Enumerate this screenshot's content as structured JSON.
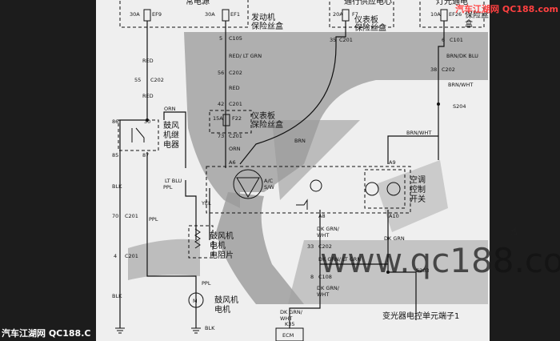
{
  "watermarks": {
    "top_right": "汽车江湖网 QC188.com",
    "bottom_left": "汽车江湖网 QC188.C"
  },
  "fuse_boxes": {
    "always_on_partial": "常电源",
    "engine": "发动机\n保险丝盒",
    "ignition_partial": "通行供应电心",
    "instrument_top": "仪表板\n保险丝盒",
    "lamp_partial": "灯光通电",
    "lamp_box": "保险丝\n盒",
    "instrument_mid": "仪表板\n保险丝盒"
  },
  "fuses": {
    "ef9": "30A",
    "ef9_id": "EF9",
    "ef1": "30A",
    "ef1_id": "EF1",
    "f7": "20A",
    "f7_id": "F7",
    "ef26": "10A",
    "ef26_id": "EF26",
    "f22": "15A",
    "f22_id": "F22"
  },
  "connectors": {
    "c105_pin": "5",
    "c105": "C105",
    "c202_a_pin": "55",
    "c202_a": "C202",
    "c202_b_pin": "56",
    "c202_b": "C202",
    "c201_a_pin": "42",
    "c201_a": "C201",
    "c201_b_pin": "73",
    "c201_b": "C201",
    "c201_f7_pin": "35",
    "c201_f7": "C201",
    "c101_pin": "6",
    "c101": "C101",
    "c202_r_pin": "38",
    "c202_r": "C202",
    "s204": "S204",
    "c201_l1_pin": "70",
    "c201_l1": "C201",
    "c201_l2_pin": "4",
    "c201_l2": "C201",
    "c202_m_pin": "33",
    "c202_m": "C202",
    "c108_pin": "8",
    "c108": "C108",
    "s203": "S203",
    "k35": "K35",
    "a6": "A6",
    "a9": "A9",
    "a10": "A10",
    "a8": "A8",
    "relay_pins": [
      "86",
      "30",
      "85",
      "87"
    ]
  },
  "wires": {
    "red": "RED",
    "red_lt_grn": "RED/ LT GRN",
    "orn": "ORN",
    "brn": "BRN",
    "brn_dk_blu": "BRN/DK BLU",
    "brn_wht": "BRN/WHT",
    "brn_wht2": "BRN/WHT",
    "blk": "BLK",
    "ppl": "PPL",
    "lt_blu": "LT BLU",
    "yel": "YEL",
    "dk_grn_wht": "DK GRN/\nWHT",
    "dk_grn_lt_grn": "DK GRN/ LT GRN",
    "dk_grn": "DK GRN",
    "dk_grn_wht2": "DK GRN/\nWHT",
    "dk_grn_wht3": "DK GRN/\nWHT"
  },
  "components": {
    "blower_relay": "鼓风\n机继\n电器",
    "blower_resistor": "鼓风机\n电机\n电阻片",
    "blower_motor": "鼓风机\n电机",
    "ac_switch": "A/C\nS/W",
    "ac_control_switch": "空调\n控制\n开关",
    "tcm_terminal": "变光器电控单元端子1",
    "ecm": "ECM"
  }
}
